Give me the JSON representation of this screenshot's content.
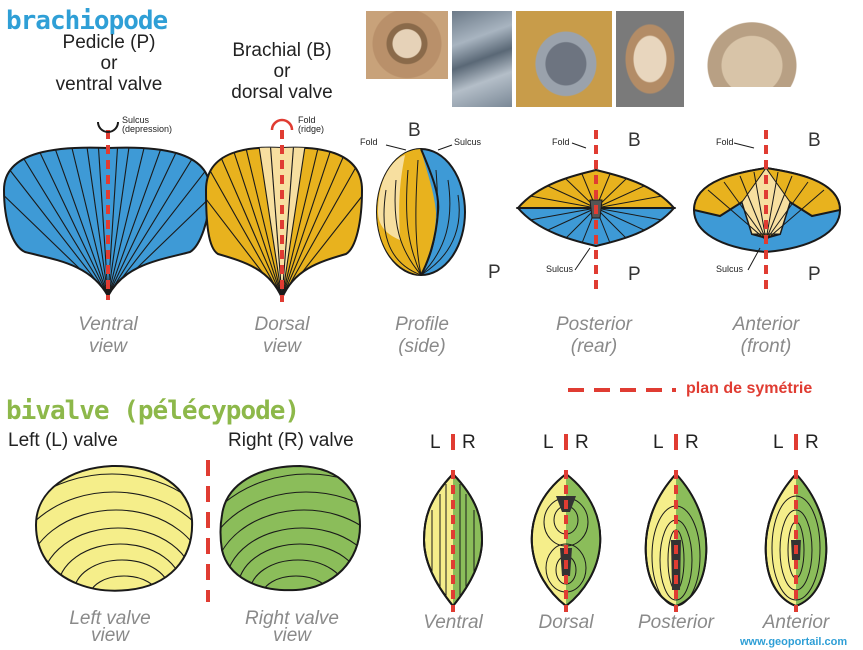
{
  "colors": {
    "ventral_blue": "#3e9ad6",
    "dorsal_gold": "#e8b21e",
    "dorsal_light": "#f7dfa0",
    "symmetry_red": "#e03c32",
    "header_blue": "#2f9fd6",
    "header_green": "#8db84a",
    "left_valve": "#f5ee8a",
    "right_valve": "#8bbd5a",
    "caption_gray": "#8a8a8a"
  },
  "brachiopode": {
    "title": "brachiopode",
    "pedicle_label": "Pedicle (P)\nor\nventral valve",
    "brachial_label": "Brachial (B)\nor\ndorsal valve",
    "sulcus_note": "Sulcus\n(depression)",
    "fold_note": "Fold\n(ridge)",
    "fold": "Fold",
    "sulcus": "Sulcus",
    "B": "B",
    "P": "P",
    "captions": {
      "ventral": "Ventral\nview",
      "dorsal": "Dorsal\nview",
      "profile": "Profile\n(side)",
      "posterior": "Posterior\n(rear)",
      "anterior": "Anterior\n(front)"
    }
  },
  "legend": {
    "label": "plan de symétrie"
  },
  "bivalve": {
    "title": "bivalve (pélécypode)",
    "left_label": "Left (L) valve",
    "right_label": "Right (R) valve",
    "L": "L",
    "R": "R",
    "captions": {
      "left": "Left valve\nview",
      "right": "Right valve\nview",
      "ventral": "Ventral",
      "dorsal": "Dorsal",
      "posterior": "Posterior",
      "anterior": "Anterior"
    }
  },
  "watermark": "www.geoportail.com"
}
